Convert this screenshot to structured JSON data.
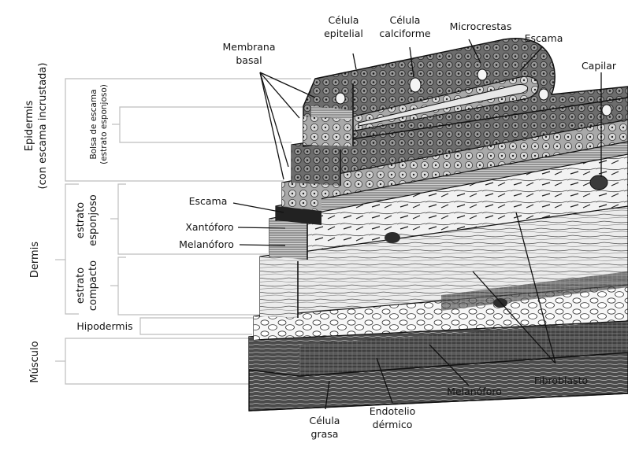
{
  "labels": {
    "celula_epitelial": [
      "Célula",
      "epitelial"
    ],
    "celula_calciforme": [
      "Célula",
      "calciforme"
    ],
    "microcrestas": "Microcrestas",
    "membrana_basal": [
      "Membrana",
      "basal"
    ],
    "escama_top": "Escama",
    "capilar": "Capilar",
    "escama_left": "Escama",
    "xantoforo": "Xantóforo",
    "melanoforo_left": "Melanóforo",
    "hipodermis": "Hipodermis",
    "fibroblasto": "Fibroblasto",
    "melanoforo_bottom": "Melanóforo",
    "endotelio_dermico": [
      "Endotelio",
      "dérmico"
    ],
    "celula_grasa": [
      "Célula",
      "grasa"
    ]
  },
  "side_labels": {
    "epidermis": [
      "Epidermis",
      "(con escama incrustada)"
    ],
    "bolsa_escama": [
      "Bolsa de escama",
      "(estrato esponjoso)"
    ],
    "dermis": "Dermis",
    "estrato_esponjoso": [
      "estrato",
      "esponjoso"
    ],
    "estrato_compacto": [
      "estrato",
      "compacto"
    ],
    "musculo": "Músculo"
  },
  "colors": {
    "ink": "#111111",
    "bracket": "#bdbdbd",
    "epidermis_fill": "#6f6f6f",
    "dermis_fill": "#ededed",
    "muscle_fill": "#4a4a4a"
  }
}
